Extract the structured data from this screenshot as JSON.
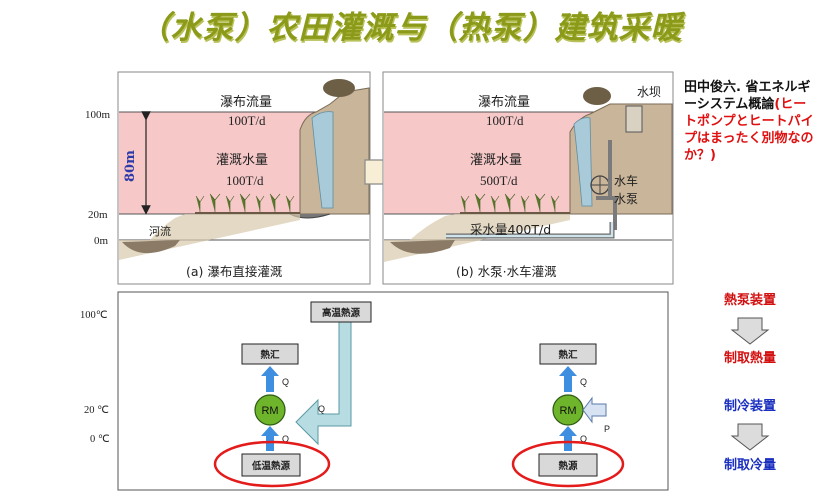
{
  "title": "（水泵）农田灌溉与（热泵）建筑采暖",
  "diagram_a": {
    "y_labels": [
      "100m",
      "20m",
      "0m"
    ],
    "height_label": "80m",
    "flow_label": "瀑布流量",
    "flow_value": "100T/d",
    "irrigation_label": "灌溉水量",
    "irrigation_value": "100T/d",
    "river_label": "河流",
    "caption": "(a) 瀑布直接灌溉"
  },
  "diagram_b": {
    "flow_label": "瀑布流量",
    "flow_value": "100T/d",
    "irrigation_label": "灌溉水量",
    "irrigation_value": "500T/d",
    "dam_label": "水坝",
    "waterwheel_label": "水车",
    "pump_label": "水泵",
    "pump_volume_label": "采水量400T/d",
    "caption": "(b) 水泵·水车灌溉"
  },
  "reference": {
    "author_title": "田中俊六. 省エネルギーシステム概論",
    "subtitle": "(ヒートポンプとヒートパイプはまったく別物なのか？)"
  },
  "thermal_diagram": {
    "temp_labels": [
      "100℃",
      "20 ℃",
      "0 ℃"
    ],
    "high_source": "高温熱源",
    "sink_left": "熱汇",
    "sink_right": "熱汇",
    "rm_left": "RM",
    "rm_right": "RM",
    "low_source": "低温熱源",
    "source_right": "熱源",
    "q_label": "Q",
    "p_label": "P"
  },
  "legend": {
    "heat_pump_device": "熱泵装置",
    "heat_production": "制取熱量",
    "cooling_device": "制冷装置",
    "cold_production": "制取冷量"
  },
  "colors": {
    "title": "#8c9a1a",
    "pink_band": "#f6c8c8",
    "rm_circle": "#6fb52c",
    "arrow_blue": "#3f8fe0",
    "pipe_arrow": "#b7dde2",
    "oval_red": "#e31b1b",
    "legend_red": "#d21010",
    "legend_blue": "#1a2fc0"
  }
}
